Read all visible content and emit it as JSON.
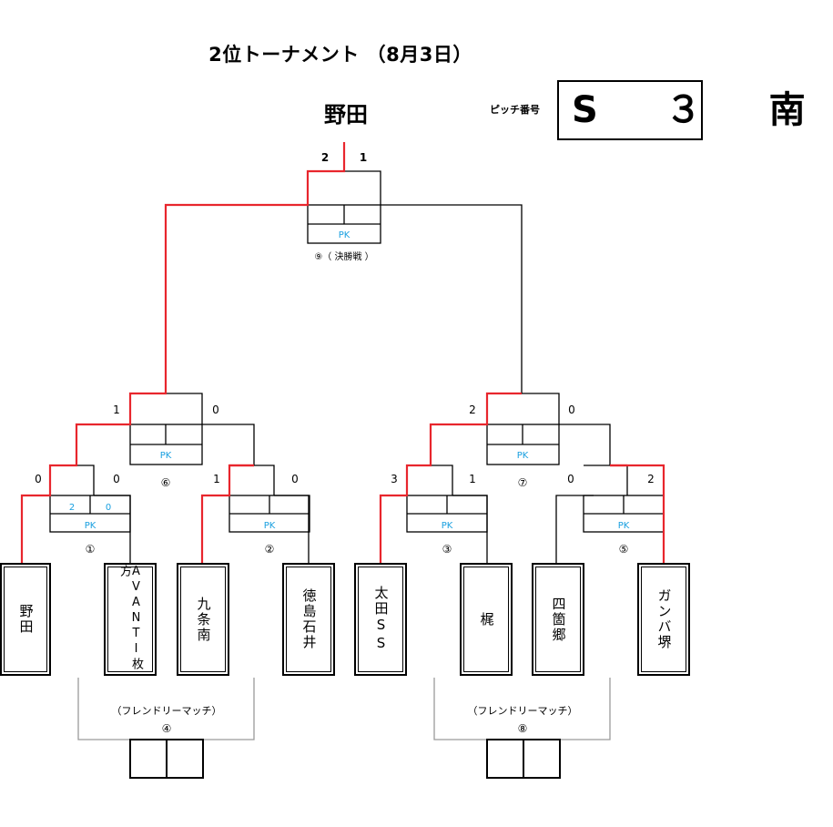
{
  "title": "2位トーナメント （8月3日）",
  "winner": "野田",
  "pitch": {
    "label": "ピッチ番号",
    "value": "S ３ 南"
  },
  "colors": {
    "win_line": "#e8262d",
    "line": "#000000",
    "pk_text": "#1aa0e0"
  },
  "teams": [
    {
      "name": "野田"
    },
    {
      "name": "AVANTI枚方"
    },
    {
      "name": "九条南"
    },
    {
      "name": "徳島石井"
    },
    {
      "name": "太田SS"
    },
    {
      "name": "梶"
    },
    {
      "name": "四箇郷"
    },
    {
      "name": "ガンバ堺"
    }
  ],
  "matches": {
    "m1": {
      "number": "①",
      "score_left": "0",
      "score_right": "0",
      "pk_left": "2",
      "pk_right": "0",
      "pk_label": "PK"
    },
    "m2": {
      "number": "②",
      "score_left": "1",
      "score_right": "0",
      "pk_label": "PK"
    },
    "m3": {
      "number": "③",
      "score_left": "3",
      "score_right": "1",
      "pk_label": "PK"
    },
    "m5": {
      "number": "⑤",
      "score_left": "0",
      "score_right": "2",
      "pk_label": "PK"
    },
    "m6": {
      "number": "⑥",
      "score_left": "1",
      "score_right": "0",
      "pk_label": "PK"
    },
    "m7": {
      "number": "⑦",
      "score_left": "2",
      "score_right": "0",
      "pk_label": "PK"
    },
    "m9": {
      "number": "⑨（ 決勝戦 ）",
      "score_left": "2",
      "score_right": "1",
      "pk_label": "PK"
    }
  },
  "friendly": [
    {
      "label": "（フレンドリーマッチ）",
      "number": "④"
    },
    {
      "label": "（フレンドリーマッチ）",
      "number": "⑧"
    }
  ]
}
